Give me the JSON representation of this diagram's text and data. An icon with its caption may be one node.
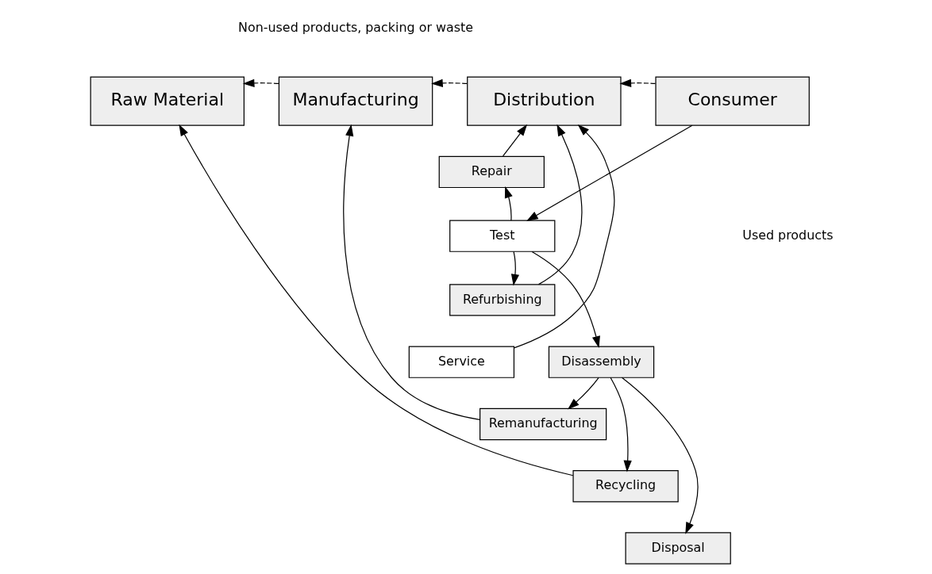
{
  "diagram": {
    "nodes": [
      {
        "text": [
          "Raw Material"
        ]
      },
      {
        "text": [
          "Manufacturing"
        ]
      },
      {
        "text": [
          "Distribution"
        ]
      },
      {
        "text": [
          "Consumer"
        ]
      },
      {
        "text": [
          "Repair"
        ]
      },
      {
        "text": [
          "Test"
        ]
      },
      {
        "text": [
          "Refurbishing"
        ]
      },
      {
        "text": [
          "Service"
        ]
      },
      {
        "text": [
          "Disassembly"
        ]
      },
      {
        "text": [
          "Remanufacturing"
        ]
      },
      {
        "text": [
          "Recycling"
        ]
      },
      {
        "text": [
          "Disposal"
        ]
      }
    ],
    "edges": [
      {
        "from": 1,
        "to": 0,
        "arrow": "to",
        "style": "dashed"
      },
      {
        "from": 2,
        "to": 1,
        "arrow": "to",
        "style": "dashed"
      },
      {
        "from": 3,
        "to": 2,
        "arrow": "to",
        "style": "dashed"
      },
      {
        "from": 10,
        "to": 0,
        "arrow": "to"
      },
      {
        "from": 9,
        "to": 1,
        "arrow": "to"
      },
      {
        "from": 7,
        "to": 2,
        "arrow": "to"
      },
      {
        "from": 6,
        "to": 2,
        "arrow": "to"
      },
      {
        "from": 4,
        "to": 2,
        "arrow": "to"
      },
      {
        "from": 3,
        "to": 5,
        "arrow": "to"
      },
      {
        "from": 5,
        "to": 4,
        "arrow": "to"
      },
      {
        "from": 5,
        "to": 6,
        "arrow": "to"
      },
      {
        "from": 5,
        "to": 8,
        "arrow": "to"
      },
      {
        "from": 8,
        "to": 9,
        "arrow": "to"
      },
      {
        "from": 8,
        "to": 10,
        "arrow": "to"
      },
      {
        "from": 8,
        "to": 11,
        "arrow": "to"
      }
    ],
    "labels": [
      "Non-used products, packing or waste",
      "Used products"
    ]
  }
}
